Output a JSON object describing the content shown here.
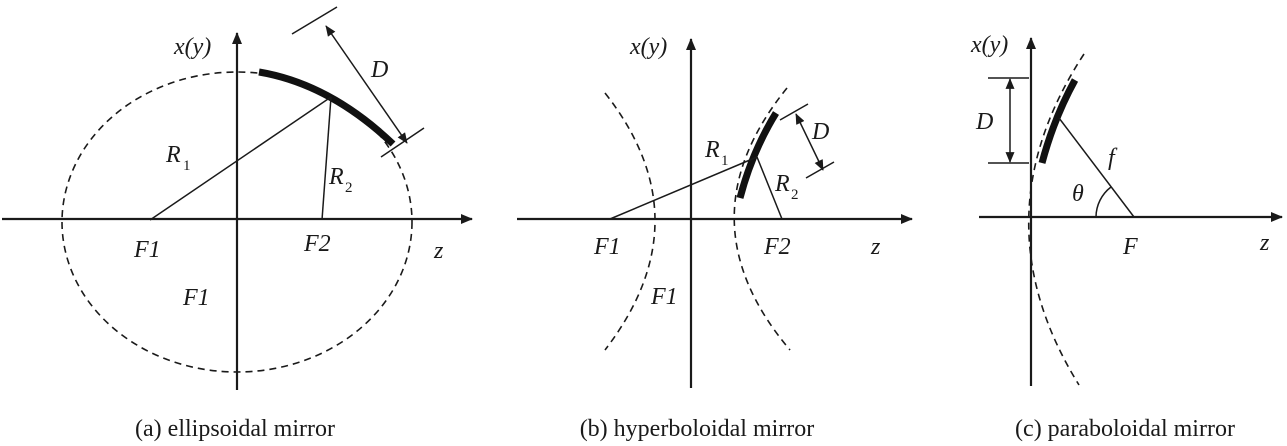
{
  "panel_a": {
    "axis_vertical": "x(y)",
    "axis_horizontal": "z",
    "label_D": "D",
    "label_R1": "R",
    "label_R1_sub": "1",
    "label_R2": "R",
    "label_R2_sub": "2",
    "label_F1": "F1",
    "label_F2": "F2",
    "label_F1_inner": "F1",
    "caption": "(a) ellipsoidal mirror"
  },
  "panel_b": {
    "axis_vertical": "x(y)",
    "axis_horizontal": "z",
    "label_D": "D",
    "label_R1": "R",
    "label_R1_sub": "1",
    "label_R2": "R",
    "label_R2_sub": "2",
    "label_F1": "F1",
    "label_F2": "F2",
    "label_F1_inner": "F1",
    "caption": "(b) hyperboloidal mirror"
  },
  "panel_c": {
    "axis_vertical": "x(y)",
    "axis_horizontal": "z",
    "label_D": "D",
    "label_f": "f",
    "label_theta": "θ",
    "label_F": "F",
    "caption": "(c) paraboloidal mirror"
  }
}
